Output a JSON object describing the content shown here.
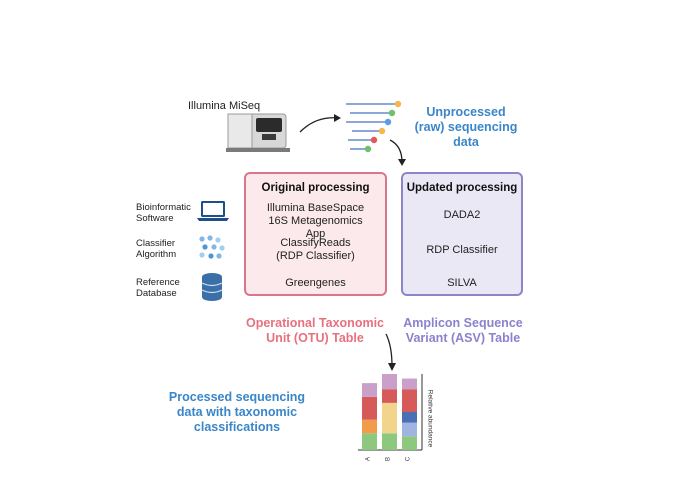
{
  "sequencer": {
    "label": "Illumina MiSeq"
  },
  "raw_data": {
    "label": "Unprocessed (raw) sequencing data"
  },
  "tools": [
    {
      "label": "Bioinformatic Software",
      "icon": "laptop-icon"
    },
    {
      "label": "Classifier Algorithm",
      "icon": "dots-cluster-icon"
    },
    {
      "label": "Reference Database",
      "icon": "database-icon"
    }
  ],
  "original": {
    "title": "Original  processing",
    "software": "Illumina BaseSpace 16S Metagenomics App",
    "classifier": "ClassifyReads (RDP Classifier)",
    "database": "Greengenes",
    "output": "Operational Taxonomic Unit (OTU) Table"
  },
  "updated": {
    "title": "Updated processing",
    "software": "DADA2",
    "classifier": "RDP Classifier",
    "database": "SILVA",
    "output": "Amplicon Sequence Variant (ASV) Table"
  },
  "processed": {
    "label": "Processed sequencing data with taxonomic classifications"
  },
  "chart_data": {
    "type": "bar",
    "stacked": true,
    "categories": [
      "A",
      "B",
      "C"
    ],
    "ylabel": "Relative abundance",
    "ylim": [
      0,
      1
    ],
    "series": [
      {
        "color": "#8cc97e",
        "values": [
          0.22,
          0.22,
          0.18
        ]
      },
      {
        "color": "#f29b4b",
        "values": [
          0.18,
          0.0,
          0.0
        ]
      },
      {
        "color": "#f2d48a",
        "values": [
          0.0,
          0.4,
          0.0
        ]
      },
      {
        "color": "#9fb4e0",
        "values": [
          0.0,
          0.0,
          0.18
        ]
      },
      {
        "color": "#4a6fb5",
        "values": [
          0.0,
          0.0,
          0.14
        ]
      },
      {
        "color": "#d65a5a",
        "values": [
          0.3,
          0.18,
          0.3
        ]
      },
      {
        "color": "#c9a0c9",
        "values": [
          0.18,
          0.2,
          0.14
        ]
      }
    ]
  }
}
